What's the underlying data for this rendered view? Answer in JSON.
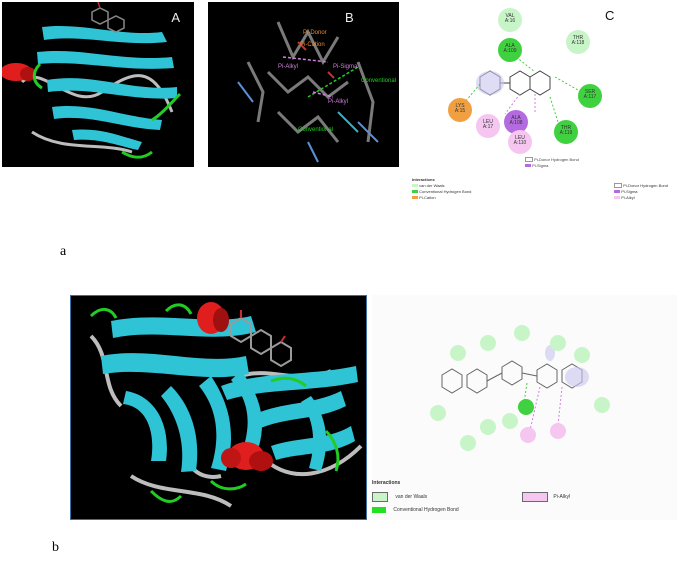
{
  "figure_a": {
    "caption": "a",
    "panel_A": {
      "label": "A"
    },
    "panel_B": {
      "label": "B",
      "annotations": [
        "Pi-Donor",
        "Pi-Cation",
        "Pi-Sigma",
        "Conventional",
        "Pi-Alkyl",
        "Pi-Alkyl",
        "Conventional"
      ]
    },
    "panel_C": {
      "label": "C",
      "residues": [
        {
          "name": "VAL",
          "num": "A:16",
          "kind": "vdw"
        },
        {
          "name": "ALA",
          "num": "A:109",
          "kind": "hbond"
        },
        {
          "name": "THR",
          "num": "A:118",
          "kind": "vdw"
        },
        {
          "name": "SER",
          "num": "A:117",
          "kind": "hbond"
        },
        {
          "name": "LYS",
          "num": "A:15",
          "kind": "cation"
        },
        {
          "name": "LEU",
          "num": "A:17",
          "kind": "alkyl"
        },
        {
          "name": "ALA",
          "num": "A:108",
          "kind": "sigma"
        },
        {
          "name": "LEU",
          "num": "A:110",
          "kind": "alkyl"
        },
        {
          "name": "THR",
          "num": "A:119",
          "kind": "hbond"
        }
      ],
      "legend": {
        "title": "Interactions",
        "col1": [
          "van der Waals",
          "Conventional Hydrogen Bond",
          "Pi-Cation"
        ],
        "col2": [
          "Pi-Donor Hydrogen Bond",
          "Pi-Sigma",
          "Pi-Alkyl"
        ],
        "mid": [
          "Pi-Donor Hydrogen Bond",
          "Pi-Sigma"
        ]
      }
    }
  },
  "figure_b": {
    "caption": "b",
    "legend": {
      "title": "Interactions",
      "items": [
        "van der Waals",
        "Conventional Hydrogen Bond",
        "Pi-Alkyl"
      ]
    }
  },
  "colors": {
    "vdw": "#c8f5c8",
    "hbond": "#3fd13f",
    "cation": "#f0a040",
    "alkyl": "#f4c6f0",
    "sigma": "#b56be0",
    "ribbon": "#2fc3d6",
    "helix": "#e01e1e",
    "loop_green": "#22cc22",
    "loop_grey": "#bdbdbd"
  }
}
